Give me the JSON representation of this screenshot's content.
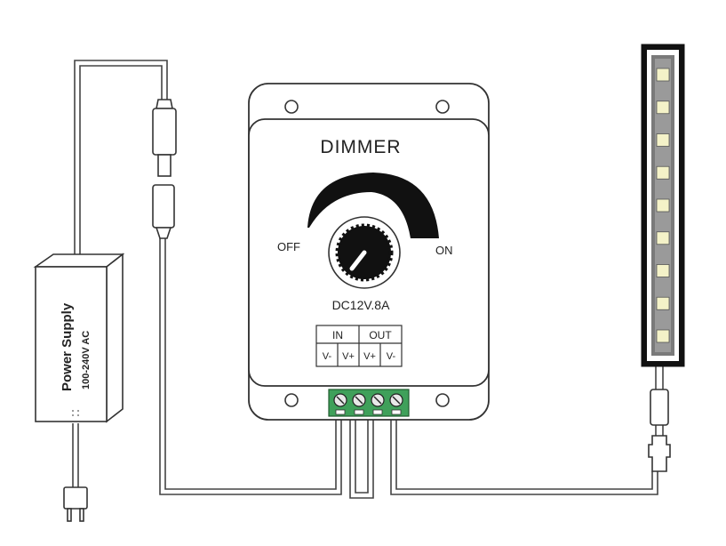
{
  "dimmer": {
    "title": "DIMMER",
    "off_label": "OFF",
    "on_label": "ON",
    "rating": "DC12V.8A",
    "terminals": {
      "in_label": "IN",
      "out_label": "OUT",
      "pins": [
        "V-",
        "V+",
        "V+",
        "V-"
      ]
    }
  },
  "power_supply": {
    "label": "Power Supply",
    "sublabel": "100-240V AC"
  },
  "led_strip": {
    "led_count": 9
  },
  "colors": {
    "line": "#333333",
    "terminal_block": "#3fa05a",
    "led": "#f4f2c8"
  }
}
